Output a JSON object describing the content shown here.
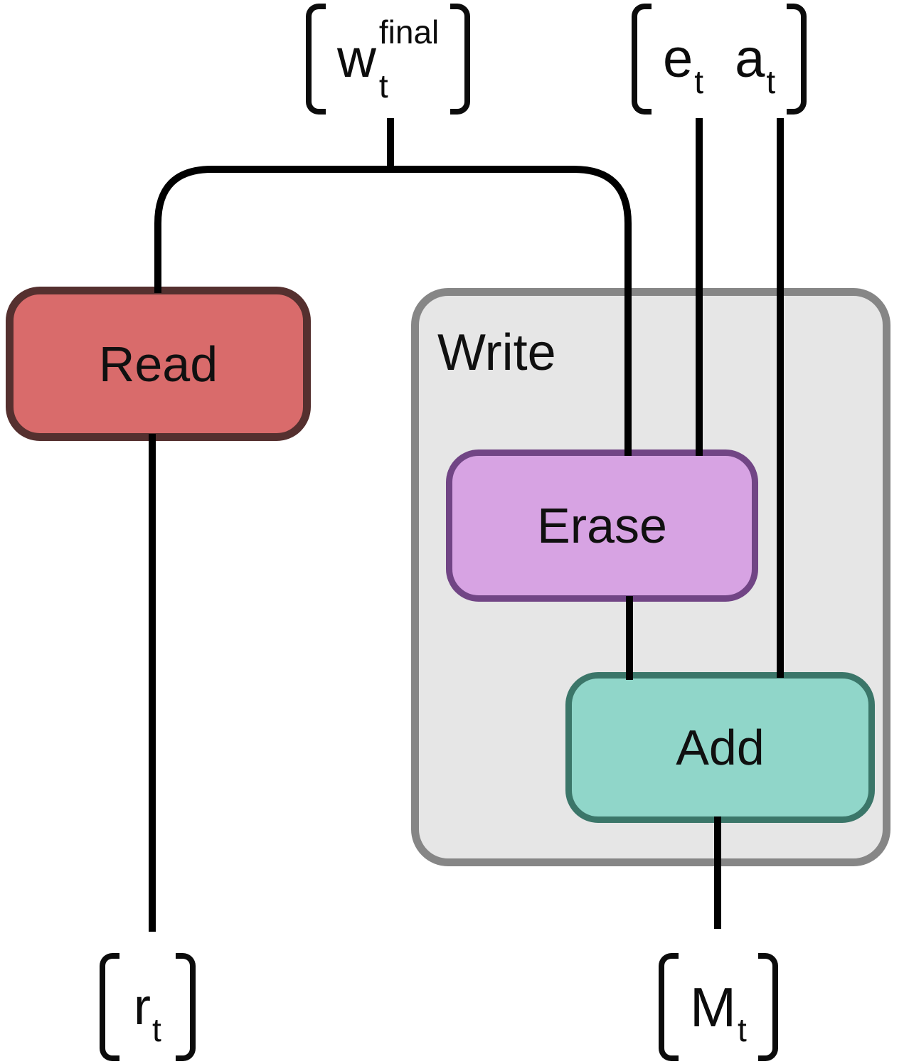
{
  "diagram": {
    "top_labels": {
      "w_final": {
        "base": "w",
        "sub": "t",
        "sup": "final"
      },
      "e": {
        "base": "e",
        "sub": "t"
      },
      "a": {
        "base": "a",
        "sub": "t"
      }
    },
    "boxes": {
      "read": {
        "label": "Read"
      },
      "write": {
        "label": "Write"
      },
      "erase": {
        "label": "Erase"
      },
      "add": {
        "label": "Add"
      }
    },
    "bottom_labels": {
      "r": {
        "base": "r",
        "sub": "t"
      },
      "M": {
        "base": "M",
        "sub": "t"
      }
    },
    "colors": {
      "read_fill": "#d96b6b",
      "read_border": "#55302f",
      "erase_fill": "#d7a3e3",
      "erase_border": "#714585",
      "add_fill": "#90d6c9",
      "add_border": "#3b7669",
      "write_fill": "#e6e6e6",
      "write_border": "#868686",
      "wire": "#000000",
      "background": "#ffffff"
    }
  }
}
